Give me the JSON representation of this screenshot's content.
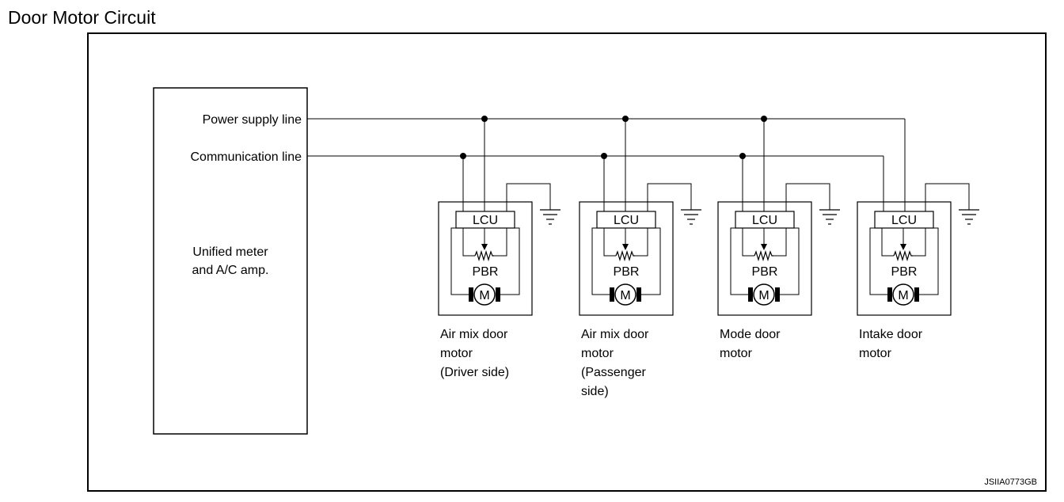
{
  "title": "Door Motor Circuit",
  "amp": {
    "lines": [
      "Unified meter",
      "and A/C amp."
    ],
    "power_label": "Power supply line",
    "comm_label": "Communication line"
  },
  "motor_parts": {
    "lcu": "LCU",
    "pbr": "PBR",
    "m": "M"
  },
  "motors": [
    {
      "id": "air-mix-driver",
      "caption": [
        "Air mix door",
        "motor",
        "(Driver side)"
      ]
    },
    {
      "id": "air-mix-passenger",
      "caption": [
        "Air mix door",
        "motor",
        "(Passenger",
        "side)"
      ]
    },
    {
      "id": "mode",
      "caption": [
        "Mode door",
        "motor"
      ]
    },
    {
      "id": "intake",
      "caption": [
        "Intake door",
        "motor"
      ]
    }
  ],
  "figure_code": "JSIIA0773GB"
}
